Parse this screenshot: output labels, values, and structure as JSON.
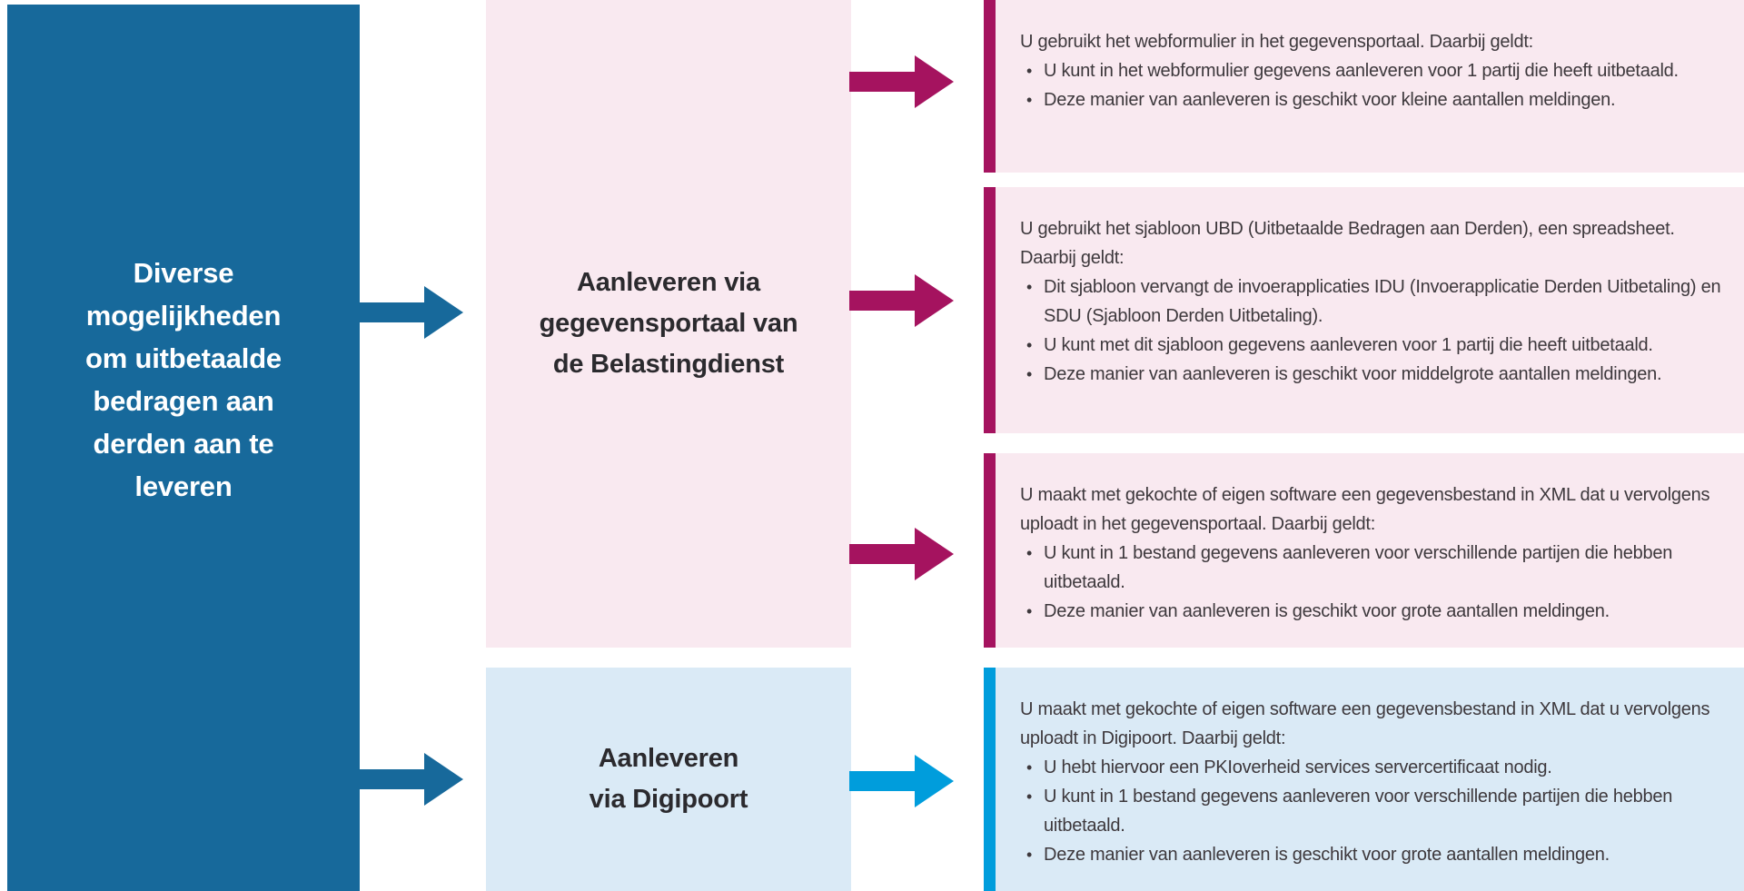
{
  "palette": {
    "dark_blue": "#17699b",
    "magenta": "#a5135f",
    "cyan": "#009ddc",
    "pink_bg": "#f9e9f0",
    "light_blue_bg": "#daeaf6",
    "title_text": "#2b2a2e",
    "body_text": "#3d383c"
  },
  "root": {
    "label": "Diverse mogelijkheden om uitbetaalde bedragen aan derden aan te leveren",
    "label_lines": [
      "Diverse",
      "mogelijkheden",
      "om uitbetaalde",
      "bedragen aan",
      "derden aan te",
      "leveren"
    ]
  },
  "branches": [
    {
      "id": "gegevensportaal",
      "label": "Aanleveren via gegevensportaal van de Belastingdienst",
      "label_lines": [
        "Aanleveren via",
        "gegevensportaal van",
        "de Belastingdienst"
      ],
      "accent": "magenta"
    },
    {
      "id": "digipoort",
      "label": "Aanleveren via Digipoort",
      "label_lines": [
        "Aanleveren",
        "via Digipoort"
      ],
      "accent": "cyan"
    }
  ],
  "detail_boxes": [
    {
      "branch": "gegevensportaal",
      "accent": "magenta",
      "intro": "U gebruikt het webformulier in het gegevensportaal. Daarbij geldt:",
      "bullets": [
        "U kunt in het webformulier gegevens aanleveren voor 1 partij die heeft uitbetaald.",
        "Deze manier van aanleveren is geschikt voor kleine aantallen meldingen."
      ]
    },
    {
      "branch": "gegevensportaal",
      "accent": "magenta",
      "intro": "U gebruikt het sjabloon UBD (Uitbetaalde Bedragen aan Derden), een spreadsheet. Daarbij geldt:",
      "bullets": [
        "Dit sjabloon vervangt de invoerapplicaties IDU (Invoerapplicatie Derden Uitbetaling) en SDU (Sjabloon Derden Uitbetaling).",
        "U kunt met dit sjabloon gegevens aanleveren voor 1 partij die heeft uitbetaald.",
        "Deze manier van aanleveren is geschikt voor middelgrote aantallen meldingen."
      ]
    },
    {
      "branch": "gegevensportaal",
      "accent": "magenta",
      "intro": "U maakt met gekochte of eigen software een gegevensbestand in XML dat u vervolgens uploadt in het gegevensportaal. Daarbij geldt:",
      "bullets": [
        "U kunt in 1 bestand gegevens aanleveren voor verschillende partijen die hebben uitbetaald.",
        "Deze manier van aanleveren is geschikt voor grote aantallen meldingen."
      ]
    },
    {
      "branch": "digipoort",
      "accent": "cyan",
      "intro": "U maakt met gekochte of eigen software een gegevensbestand in XML dat u vervolgens uploadt in Digipoort. Daarbij geldt:",
      "bullets": [
        "U hebt hiervoor een PKIoverheid services servercertificaat nodig.",
        "U kunt in 1 bestand gegevens aanleveren voor verschillende partijen die hebben uitbetaald.",
        "Deze manier van aanleveren is geschikt voor grote aantallen meldingen."
      ]
    }
  ]
}
